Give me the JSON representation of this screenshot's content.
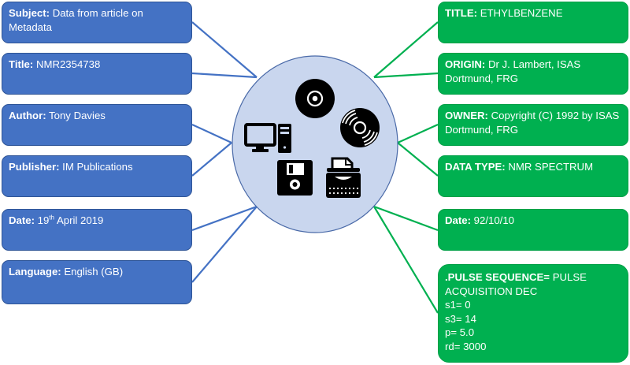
{
  "colors": {
    "left_box_fill": "#4472c4",
    "left_connector": "#4472c4",
    "right_box_fill": "#00b050",
    "right_connector": "#00b050",
    "hub_fill": "#c9d6ee",
    "hub_stroke": "#4a6aa8",
    "icon_color": "#000000",
    "text_color": "#ffffff"
  },
  "hub": {
    "icons": [
      "cd-disc-icon",
      "vinyl-disc-icon",
      "desktop-computer-icon",
      "floppy-disk-icon",
      "typewriter-icon"
    ]
  },
  "left_boxes": [
    {
      "label": "Subject:",
      "value": "Data from article on Metadata"
    },
    {
      "label": "Title:",
      "value": "NMR2354738"
    },
    {
      "label": "Author:",
      "value": "Tony Davies"
    },
    {
      "label": "Publisher:",
      "value": "IM Publications"
    },
    {
      "label": "Date:",
      "value_day": "19",
      "value_suffix": "th",
      "value_rest": "April 2019"
    },
    {
      "label": "Language:",
      "value": "English (GB)"
    }
  ],
  "right_boxes": [
    {
      "label": "TITLE:",
      "value": "ETHYLBENZENE"
    },
    {
      "label": "ORIGIN:",
      "value": "Dr J. Lambert, ISAS Dortmund, FRG"
    },
    {
      "label": "OWNER:",
      "value": "Copyright (C) 1992 by ISAS Dortmund, FRG"
    },
    {
      "label": "DATA TYPE:",
      "value": "NMR SPECTRUM"
    },
    {
      "label": "Date:",
      "value": "92/10/10"
    },
    {
      "label": ".PULSE SEQUENCE=",
      "value": "PULSE ACQUISITION DEC",
      "params": [
        "s1= 0",
        "s3= 14",
        "p= 5.0",
        "rd= 3000"
      ]
    }
  ]
}
